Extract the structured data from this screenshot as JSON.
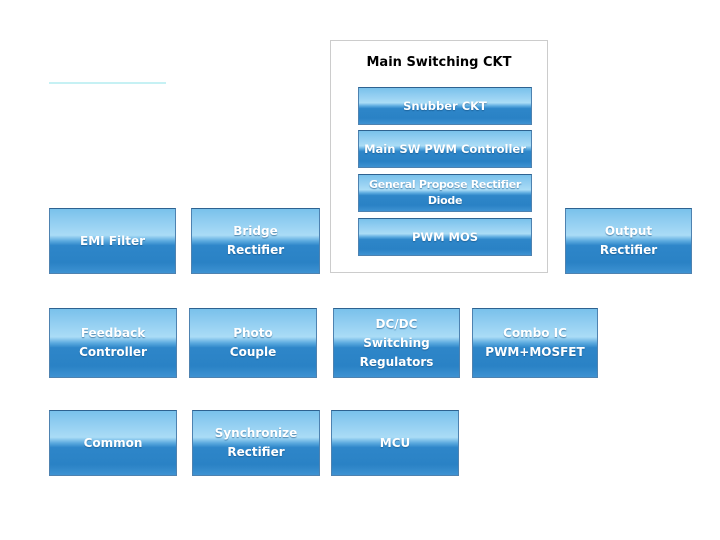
{
  "diagram": {
    "main_group": {
      "title": "Main Switching CKT",
      "buttons": [
        {
          "label": "Snubber CKT"
        },
        {
          "label": "Main SW PWM Controller"
        },
        {
          "label": "General Propose Rectifier\nDiode"
        },
        {
          "label": "PWM MOS"
        }
      ]
    },
    "blocks": [
      {
        "label": "EMI Filter"
      },
      {
        "label": "Bridge\nRectifier"
      },
      {
        "label": "Output\nRectifier"
      },
      {
        "label": "Feedback\nController"
      },
      {
        "label": "Photo\nCouple"
      },
      {
        "label": "DC/DC\nSwitching\nRegulators"
      },
      {
        "label": "Combo IC\nPWM+MOSFET"
      },
      {
        "label": "Common"
      },
      {
        "label": "Synchronize\nRectifier"
      },
      {
        "label": "MCU"
      }
    ]
  },
  "colors": {
    "page_background": "#FFFFFF",
    "button_gradient_top": "#79C1EB",
    "button_gradient_light": "#AADCF6",
    "button_gradient_dark": "#2E86C9",
    "button_gradient_bottom": "#3E92D2",
    "button_border": "#4E82B0",
    "button_text": "#FFFFFF",
    "group_border": "#CCCCCC",
    "group_title_text": "#000000",
    "accent_line": "#C6F1F4"
  }
}
